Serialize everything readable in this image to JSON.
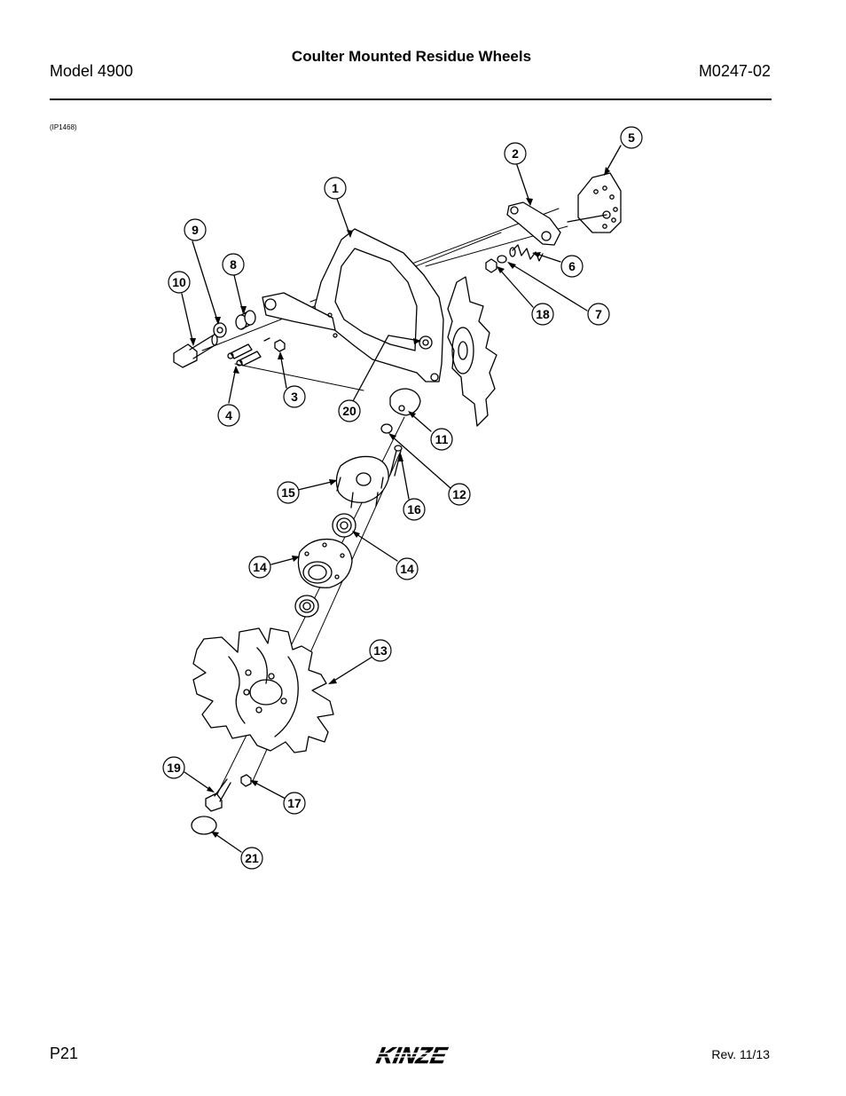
{
  "header": {
    "title": "Coulter Mounted Residue Wheels",
    "model": "Model 4900",
    "manual_number": "M0247-02"
  },
  "figure": {
    "id": "(IP1468)",
    "callouts": [
      "1",
      "2",
      "3",
      "4",
      "5",
      "6",
      "7",
      "8",
      "9",
      "10",
      "11",
      "12",
      "13",
      "14",
      "14",
      "15",
      "16",
      "17",
      "18",
      "19",
      "20",
      "21"
    ]
  },
  "footer": {
    "page": "P21",
    "revision": "Rev. 11/13",
    "logo": "KINZE"
  }
}
